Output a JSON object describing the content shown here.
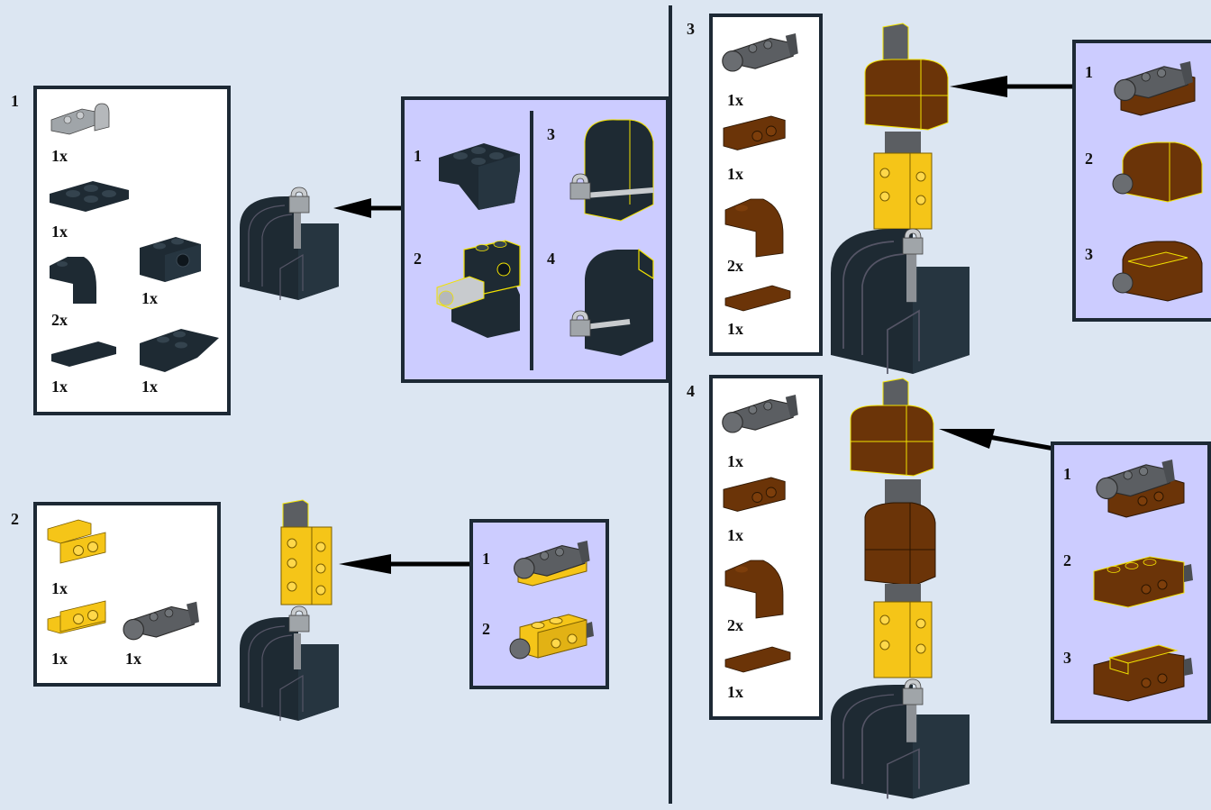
{
  "colors": {
    "background": "#dce6f2",
    "border": "#1d2935",
    "submodel_bg": "#ccccff",
    "parts_bg": "#ffffff",
    "dark_brick": "#1e2a33",
    "light_gray": "#a0a5a9",
    "dark_gray": "#5b5e62",
    "yellow": "#f5c518",
    "brown": "#5c2d0a"
  },
  "steps": [
    {
      "number": "1",
      "parts": [
        {
          "icon": "light-gray-clip-plate-icon",
          "qty": "1x"
        },
        {
          "icon": "dark-plate-2x2-icon",
          "qty": "1x"
        },
        {
          "icon": "dark-curved-slope-icon",
          "qty": "2x"
        },
        {
          "icon": "dark-technic-brick-icon",
          "qty": "1x"
        },
        {
          "icon": "dark-tile-icon",
          "qty": "1x"
        },
        {
          "icon": "dark-inverted-slope-icon",
          "qty": "1x"
        }
      ],
      "submodel_steps": [
        "1",
        "2",
        "3",
        "4"
      ]
    },
    {
      "number": "2",
      "parts": [
        {
          "icon": "yellow-bracket-icon",
          "qty": "1x"
        },
        {
          "icon": "yellow-bracket-inverted-icon",
          "qty": "1x"
        },
        {
          "icon": "dark-gray-ball-plate-icon",
          "qty": "1x"
        }
      ],
      "submodel_steps": [
        "1",
        "2"
      ]
    },
    {
      "number": "3",
      "parts": [
        {
          "icon": "dark-gray-ball-plate-icon",
          "qty": "1x"
        },
        {
          "icon": "brown-bracket-icon",
          "qty": "1x"
        },
        {
          "icon": "brown-curved-slope-icon",
          "qty": "2x"
        },
        {
          "icon": "brown-tile-icon",
          "qty": "1x"
        }
      ],
      "submodel_steps": [
        "1",
        "2",
        "3"
      ]
    },
    {
      "number": "4",
      "parts": [
        {
          "icon": "dark-gray-ball-plate-icon",
          "qty": "1x"
        },
        {
          "icon": "brown-bracket-icon",
          "qty": "1x"
        },
        {
          "icon": "brown-curved-slope-icon",
          "qty": "2x"
        },
        {
          "icon": "brown-tile-icon",
          "qty": "1x"
        }
      ],
      "submodel_steps": [
        "1",
        "2",
        "3"
      ]
    }
  ]
}
